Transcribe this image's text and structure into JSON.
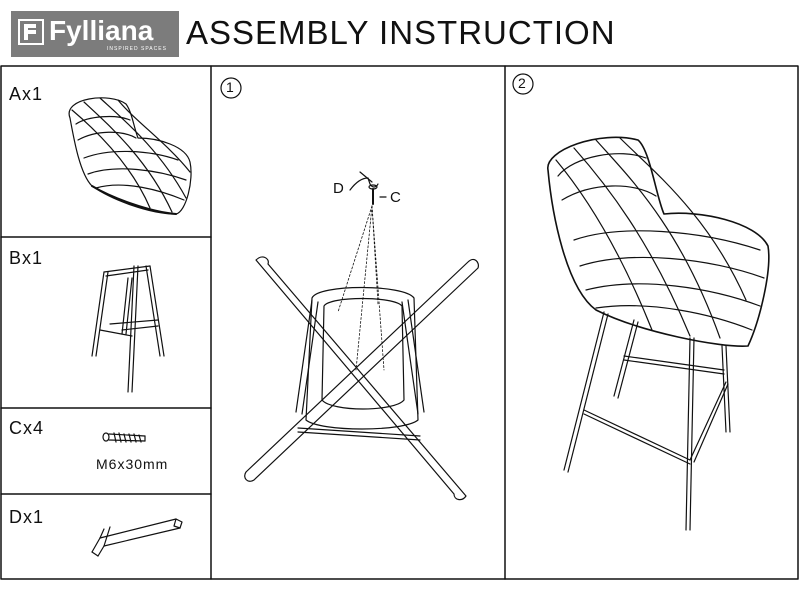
{
  "header": {
    "brand": "Fylliana",
    "tagline": "INSPIRED SPACES",
    "title": "ASSEMBLY INSTRUCTION"
  },
  "parts": [
    {
      "label": "Ax1"
    },
    {
      "label": "Bx1"
    },
    {
      "label": "Cx4",
      "spec": "M6x30mm"
    },
    {
      "label": "Dx1"
    }
  ],
  "steps": [
    {
      "number": "1",
      "callout_tool": "D",
      "callout_screw": "C"
    },
    {
      "number": "2"
    }
  ]
}
